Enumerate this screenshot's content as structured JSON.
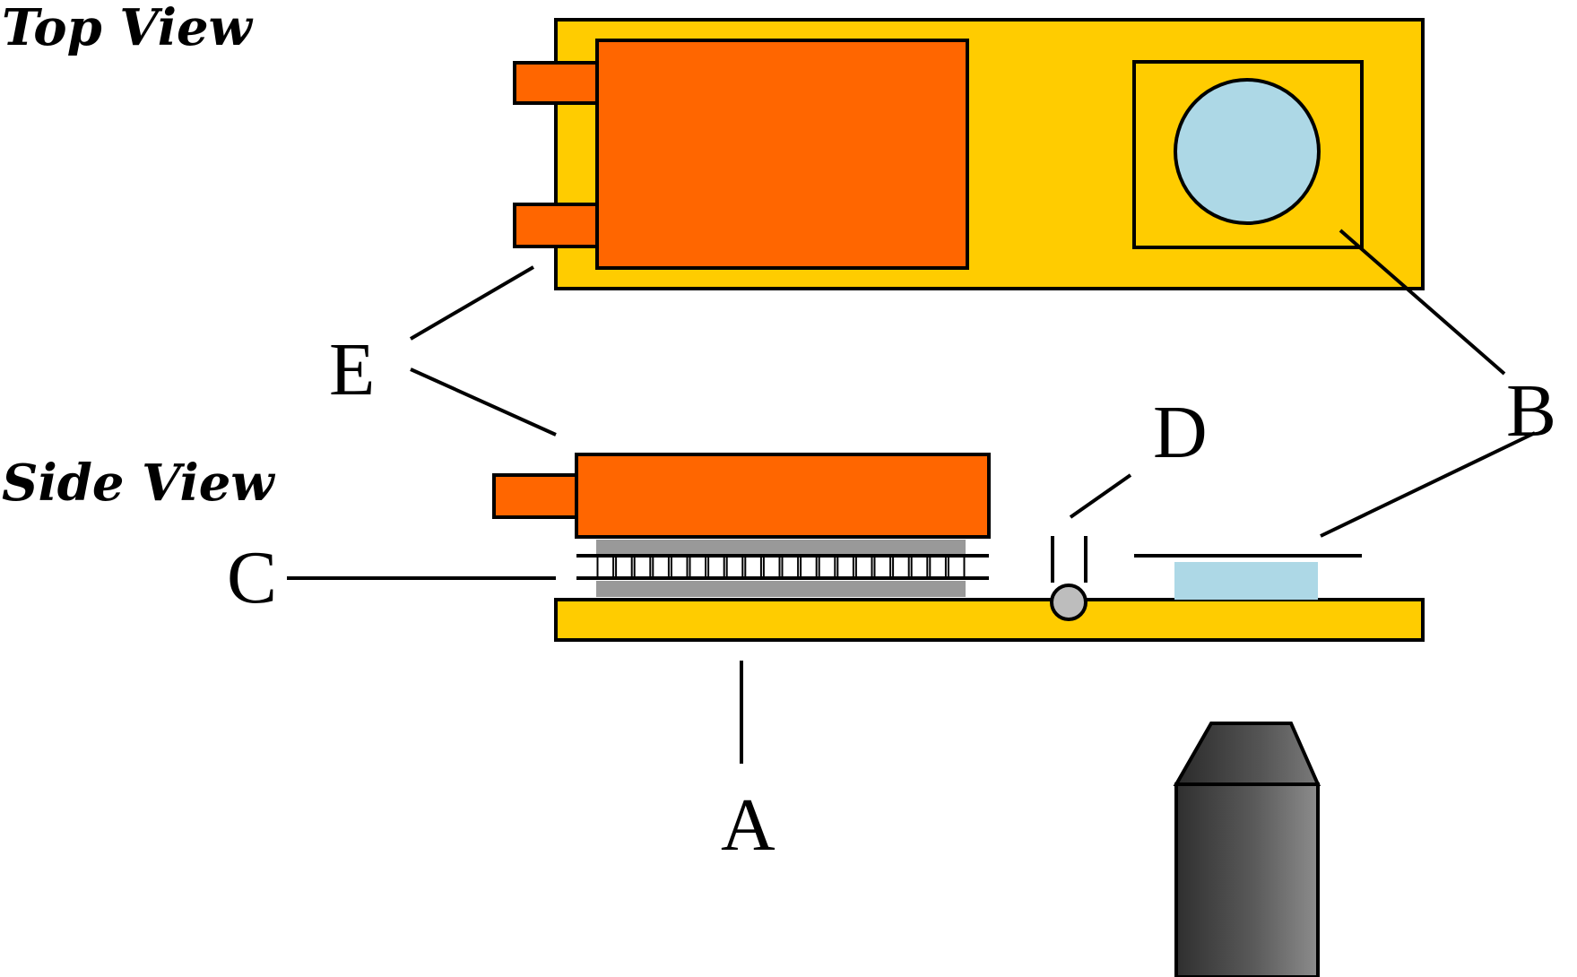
{
  "titles": {
    "top_view": "Top View",
    "side_view": "Side View"
  },
  "labels": {
    "a": "A",
    "b": "B",
    "c": "C",
    "d": "D",
    "e": "E"
  },
  "colors": {
    "base_plate": "#FFCC00",
    "motor_block": "#FF6600",
    "sample_well": "#ADD8E6",
    "spacer_gray": "#999999",
    "objective_dark": "#3A3A3A",
    "outline": "#000000"
  }
}
